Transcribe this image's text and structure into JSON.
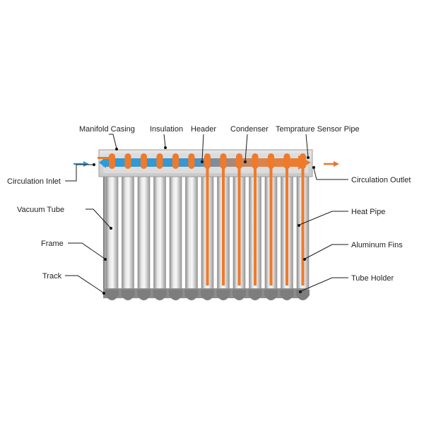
{
  "labels": {
    "manifold_casing": "Manifold Casing",
    "insulation": "Insulation",
    "header": "Header",
    "condenser": "Condenser",
    "temperature_sensor_pipe": "Temprature Sensor Pipe",
    "circulation_inlet": "Circulation Inlet",
    "circulation_outlet": "Circulation Outlet",
    "vacuum_tube": "Vacuum Tube",
    "frame": "Frame",
    "track": "Track",
    "heat_pipe": "Heat Pipe",
    "aluminum_fins": "Aluminum Fins",
    "tube_holder": "Tube Holder"
  },
  "colors": {
    "inlet_blue": "#2e9bd6",
    "outlet_orange": "#e8772a",
    "heat_pipe_orange": "#ee7a2b",
    "casing_gray": "#d7d7d7",
    "tube_gray": "#b9b9b9"
  }
}
